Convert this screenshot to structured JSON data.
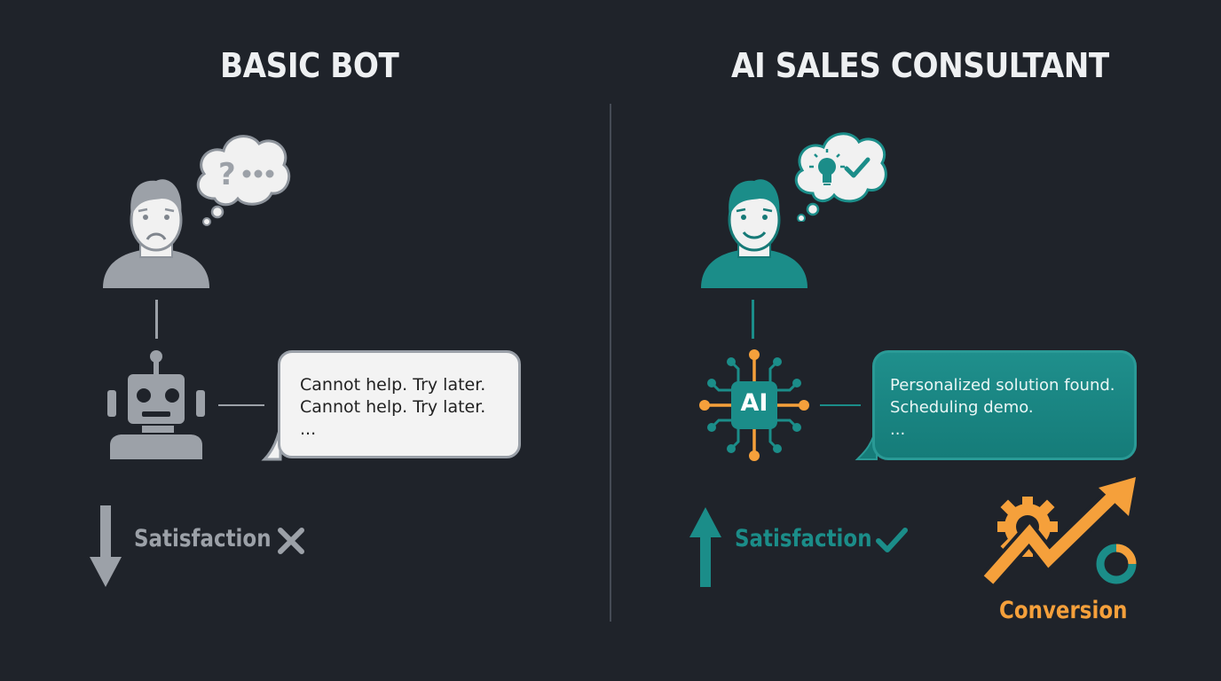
{
  "left_panel": {
    "title": "BASIC BOT",
    "thought_bubble": {
      "content": "?...",
      "icon": "question-icon"
    },
    "user_mood": "sad",
    "bot_icon": "robot-icon",
    "message": {
      "lines": [
        "Cannot help. Try later.",
        "Cannot help. Try later.",
        "..."
      ]
    },
    "metric": {
      "label": "Satisfaction",
      "direction": "down",
      "status_icon": "x-icon"
    }
  },
  "right_panel": {
    "title": "AI SALES CONSULTANT",
    "thought_bubble": {
      "icons": [
        "lightbulb-icon",
        "checkmark-icon"
      ]
    },
    "user_mood": "happy",
    "ai_chip": {
      "label": "AI"
    },
    "message": {
      "lines": [
        "Personalized solution found.",
        "Scheduling demo.",
        "..."
      ]
    },
    "metric": {
      "label": "Satisfaction",
      "direction": "up",
      "status_icon": "checkmark-icon"
    },
    "conversion": {
      "label": "Conversion"
    }
  },
  "colors": {
    "background": "#1f232a",
    "gray": "#9ca1a8",
    "teal": "#1b8d89",
    "orange": "#f5a03b",
    "title": "#eef0f2"
  }
}
